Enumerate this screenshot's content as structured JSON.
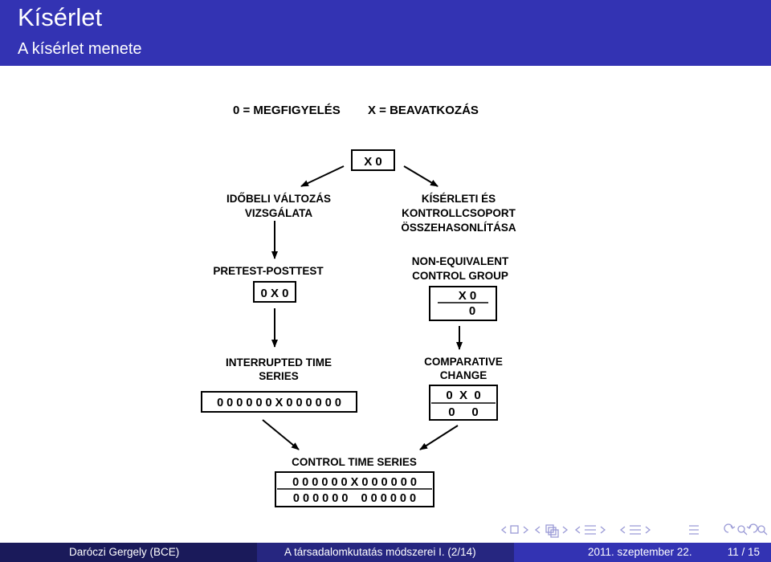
{
  "header": {
    "title": "Kísérlet",
    "subtitle": "A kísérlet menete"
  },
  "diagram": {
    "legend_observation": "0 = MEGFIGYELÉS",
    "legend_intervention": "X = BEAVATKOZÁS",
    "top_box": "X 0",
    "left_branch": [
      "IDŐBELI VÁLTOZÁS",
      "VIZSGÁLATA"
    ],
    "right_branch": [
      "KÍSÉRLETI ÉS",
      "KONTROLLCSOPORT",
      "ÖSSZEHASONLÍTÁSA"
    ],
    "pretest_label": "PRETEST-POSTTEST",
    "pretest_box": "0 X 0",
    "nonequiv_label": [
      "NON-EQUIVALENT",
      "CONTROL GROUP"
    ],
    "nonequiv_box": [
      "X 0",
      "0"
    ],
    "its_label": [
      "INTERRUPTED TIME",
      "SERIES"
    ],
    "its_box": "0 0 0 0 0 0 X 0 0 0 0 0 0",
    "comparative_label": [
      "COMPARATIVE",
      "CHANGE"
    ],
    "comparative_box": [
      "0  X  0",
      "0     0"
    ],
    "cts_label": "CONTROL TIME SERIES",
    "cts_box": [
      "0 0 0 0 0 0 X 0 0 0 0 0 0",
      "0 0 0 0 0 0    0 0 0 0 0 0"
    ]
  },
  "footer": {
    "author": "Daróczi Gergely  (BCE)",
    "course": "A társadalomkutatás módszerei I. (2/14)",
    "date": "2011. szeptember 22.",
    "page": "11 / 15"
  },
  "colors": {
    "header_bg": "#3333b3",
    "footer_dark": "#1a1a5a",
    "footer_mid": "#262680",
    "footer_light": "#3333b3",
    "nav_icons": "#9a9ad6"
  }
}
